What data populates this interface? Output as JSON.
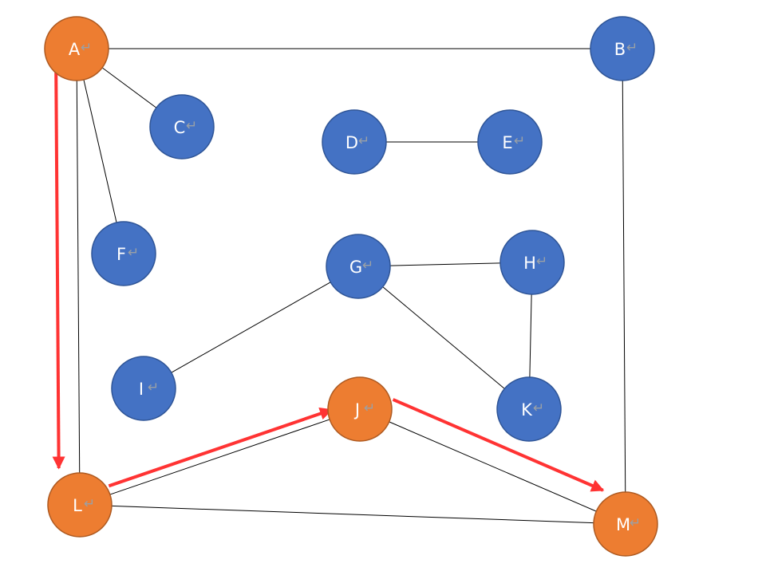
{
  "diagram": {
    "return_symbol": "↵",
    "colors": {
      "blue_fill": "#4472c4",
      "blue_stroke": "#2f5597",
      "orange_fill": "#ed7d31",
      "orange_stroke": "#ae5a21",
      "edge": "#000000",
      "path_arrow": "#ff3333"
    },
    "nodes": [
      {
        "id": "A",
        "label": "A",
        "color": "orange"
      },
      {
        "id": "B",
        "label": "B",
        "color": "blue"
      },
      {
        "id": "C",
        "label": "C",
        "color": "blue"
      },
      {
        "id": "D",
        "label": "D",
        "color": "blue"
      },
      {
        "id": "E",
        "label": "E",
        "color": "blue"
      },
      {
        "id": "F",
        "label": "F",
        "color": "blue"
      },
      {
        "id": "G",
        "label": "G",
        "color": "blue"
      },
      {
        "id": "H",
        "label": "H",
        "color": "blue"
      },
      {
        "id": "I",
        "label": "I",
        "color": "blue"
      },
      {
        "id": "J",
        "label": "J",
        "color": "orange"
      },
      {
        "id": "K",
        "label": "K",
        "color": "blue"
      },
      {
        "id": "L",
        "label": "L",
        "color": "orange"
      },
      {
        "id": "M",
        "label": "M",
        "color": "orange"
      }
    ],
    "edges": [
      {
        "from": "A",
        "to": "B"
      },
      {
        "from": "A",
        "to": "C"
      },
      {
        "from": "A",
        "to": "F"
      },
      {
        "from": "A",
        "to": "L"
      },
      {
        "from": "B",
        "to": "M"
      },
      {
        "from": "D",
        "to": "E"
      },
      {
        "from": "G",
        "to": "H"
      },
      {
        "from": "G",
        "to": "I"
      },
      {
        "from": "G",
        "to": "K"
      },
      {
        "from": "H",
        "to": "K"
      },
      {
        "from": "L",
        "to": "J"
      },
      {
        "from": "L",
        "to": "M"
      },
      {
        "from": "J",
        "to": "M"
      }
    ],
    "highlighted_path": [
      {
        "from": "A",
        "to": "L"
      },
      {
        "from": "L",
        "to": "J"
      },
      {
        "from": "J",
        "to": "M"
      }
    ]
  }
}
